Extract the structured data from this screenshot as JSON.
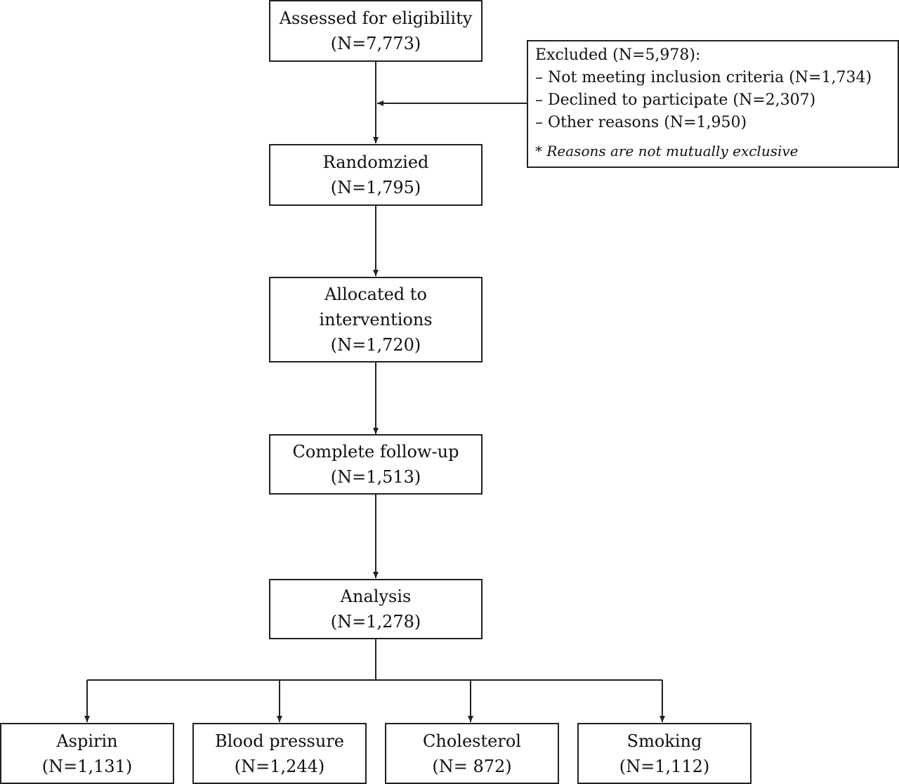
{
  "steps": {
    "assessed": {
      "title": "Assessed for eligibility",
      "count": "(N=7,773)"
    },
    "randomized": {
      "title": "Randomzied",
      "count": "(N=1,795)"
    },
    "allocated": {
      "title_line1": "Allocated to",
      "title_line2": "interventions",
      "count": "(N=1,720)"
    },
    "followup": {
      "title": "Complete follow-up",
      "count": "(N=1,513)"
    },
    "analysis": {
      "title": "Analysis",
      "count": "(N=1,278)"
    }
  },
  "excluded": {
    "heading": "Excluded (N=5,978):",
    "reasons": [
      "– Not meeting inclusion criteria (N=1,734)",
      "– Declined to participate (N=2,307)",
      "– Other reasons (N=1,950)"
    ],
    "note": "* Reasons are not mutually exclusive"
  },
  "outcomes": [
    {
      "title": "Aspirin",
      "count": "(N=1,131)"
    },
    {
      "title": "Blood pressure",
      "count": "(N=1,244)"
    },
    {
      "title": "Cholesterol",
      "count": "(N= 872)"
    },
    {
      "title": "Smoking",
      "count": "(N=1,112)"
    }
  ]
}
